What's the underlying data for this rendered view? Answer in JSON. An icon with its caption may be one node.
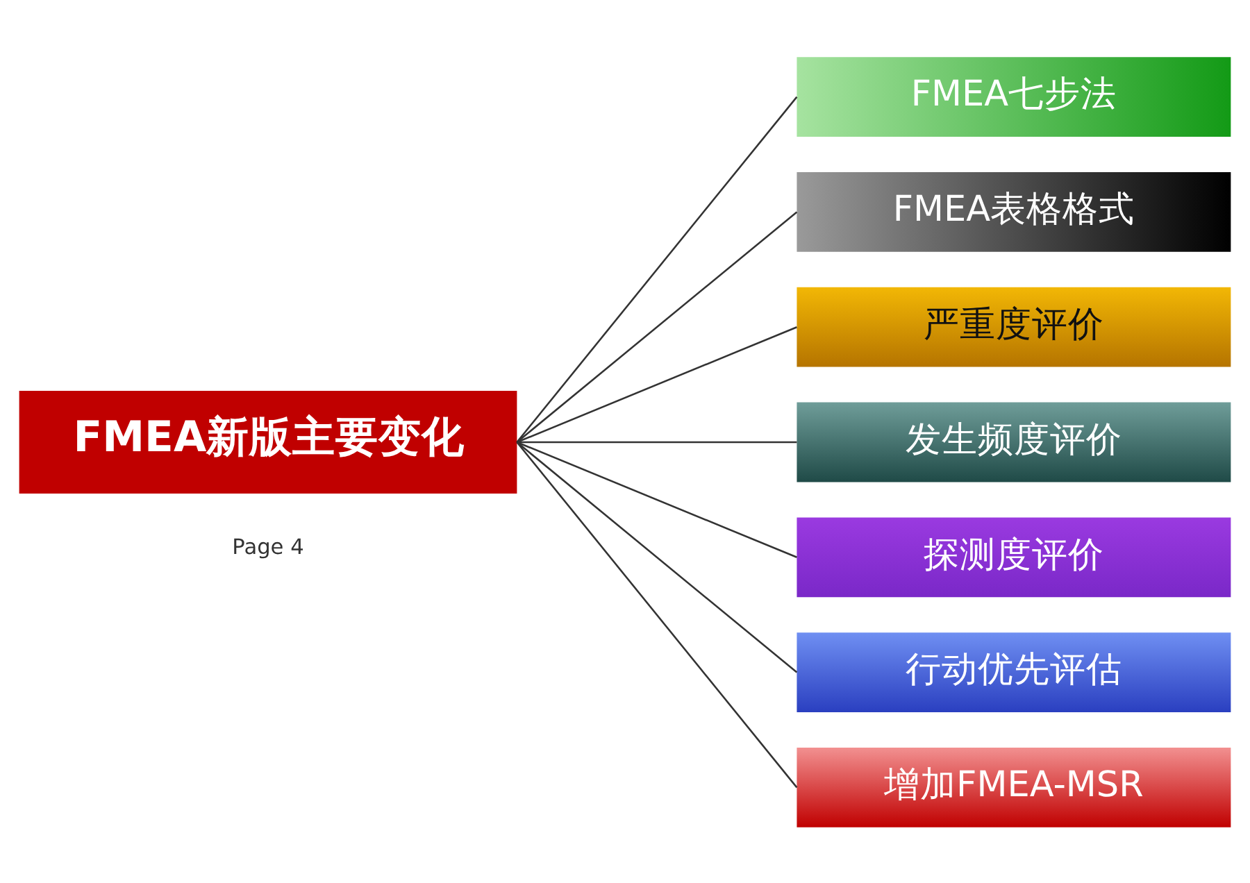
{
  "diagram": {
    "nodes": [
      {
        "text": [
          "FMEA新版主要变化"
        ]
      },
      {
        "text": [
          "FMEA七步法"
        ]
      },
      {
        "text": [
          "FMEA表格格式"
        ]
      },
      {
        "text": [
          "严重度评价"
        ]
      },
      {
        "text": [
          "发生频度评价"
        ]
      },
      {
        "text": [
          "探测度评价"
        ]
      },
      {
        "text": [
          "行动优先评估"
        ]
      },
      {
        "text": [
          "增加FMEA-MSR"
        ]
      }
    ],
    "edges": [
      {
        "from": 0,
        "to": 1,
        "arrow": "none"
      },
      {
        "from": 0,
        "to": 2,
        "arrow": "none"
      },
      {
        "from": 0,
        "to": 3,
        "arrow": "none"
      },
      {
        "from": 0,
        "to": 4,
        "arrow": "none"
      },
      {
        "from": 0,
        "to": 5,
        "arrow": "none"
      },
      {
        "from": 0,
        "to": 6,
        "arrow": "none"
      },
      {
        "from": 0,
        "to": 7,
        "arrow": "none"
      }
    ],
    "labels": [
      "Page 4"
    ]
  }
}
